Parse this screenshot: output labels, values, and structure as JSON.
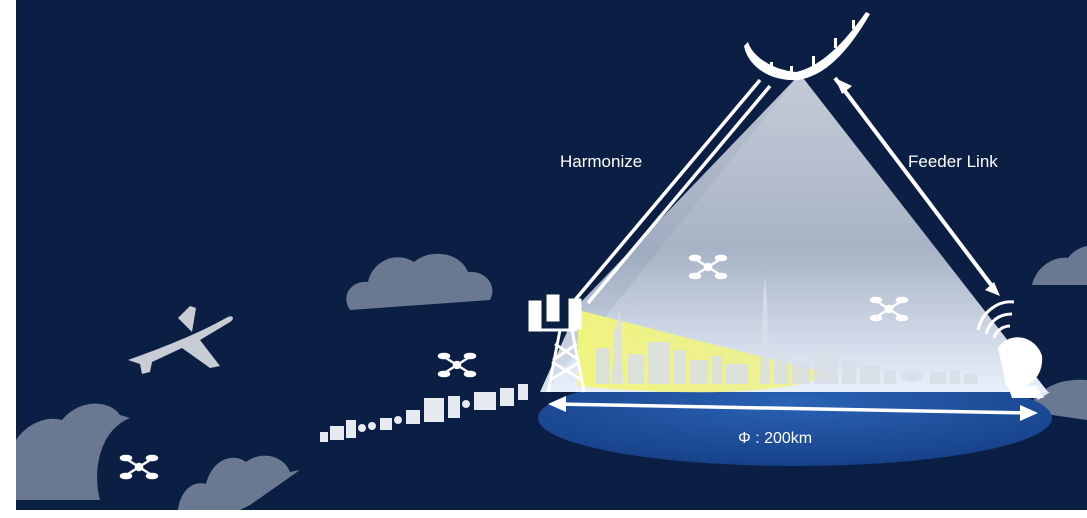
{
  "diagram": {
    "labels": {
      "harmonize": "Harmonize",
      "feeder_link": "Feeder Link",
      "coverage_diameter": "Φ : 200km"
    },
    "icons": [
      "haps-aircraft-icon",
      "cell-tower-icon",
      "ground-station-dish-icon",
      "airplane-icon",
      "drone-icon",
      "cloud-icon",
      "city-skyline-icon"
    ],
    "colors": {
      "background": "#0b1f45",
      "cloud": "#6b7892",
      "coverage_cone_top": "#c2c9d4",
      "coverage_disc": "#1f4f9c",
      "tower_beam": "#e7ec7e",
      "white": "#ffffff"
    }
  }
}
